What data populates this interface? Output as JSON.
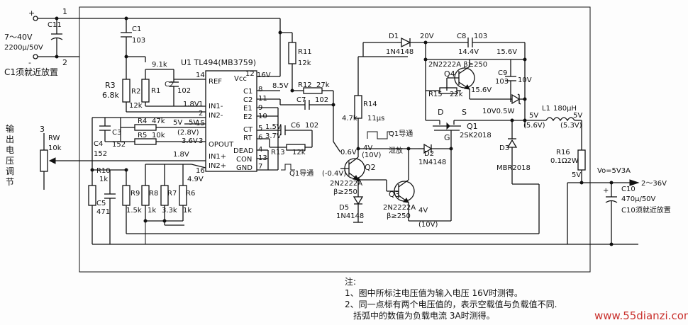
{
  "input": {
    "voltage": "7～40V",
    "cap": "C11",
    "cap_value": "2200μ/50V",
    "plus": "+",
    "minus": "-",
    "term1": "1",
    "term2": "2",
    "note": "C1须就近放置"
  },
  "c1": {
    "name": "C1",
    "value": "103"
  },
  "r3": {
    "name": "R3",
    "value": "6.8k"
  },
  "r2": {
    "name": "R2",
    "value": "12k"
  },
  "r1": {
    "name": "R1",
    "value": "9.1k"
  },
  "c2": {
    "name": "C2",
    "value": "102"
  },
  "c3": {
    "name": "C3"
  },
  "c4": {
    "name": "C4",
    "value": "152"
  },
  "r4": {
    "name": "R4",
    "value": "47k"
  },
  "r5": {
    "name": "R5",
    "value": "10k"
  },
  "r5_c4val": "152",
  "output_adj": {
    "title_chars": [
      "输",
      "出",
      "电",
      "压",
      "调",
      "节"
    ],
    "term": "3",
    "rw": "RW",
    "rw_value": "10k"
  },
  "r10": {
    "name": "R10",
    "value": "1k"
  },
  "c5": {
    "name": "C5",
    "value": "471"
  },
  "r9": {
    "name": "R9",
    "value": "1.5k"
  },
  "r8": {
    "name": "R8",
    "value": "1k"
  },
  "r7": {
    "name": "R7",
    "value": "3.3k"
  },
  "r6": {
    "name": "R6",
    "value": "1k"
  },
  "ic": {
    "title": "U1 TL494(MB3759)",
    "vcc": "Vcc",
    "ref": "REF",
    "in1m": "IN1-",
    "in2m": "IN2-",
    "opout": "OPOUT",
    "in1p": "IN1+",
    "in2p": "IN2+",
    "c1": "C1",
    "c2": "C2",
    "e1": "E1",
    "e2": "E2",
    "ct": "CT",
    "rt": "RT",
    "dead": "DEAD",
    "con": "CON",
    "gnd": "GND",
    "pins": {
      "p12": "12",
      "p14": "14",
      "p1": "1",
      "p2": "2",
      "p3": "3",
      "p15": "15",
      "p16": "16",
      "p8": "8",
      "p11": "11",
      "p9": "9",
      "p10": "10",
      "p5": "5",
      "p6": "6",
      "p4": "4",
      "p13": "13",
      "p7": "7"
    },
    "v_vcc": "16V",
    "v_ref": "5V",
    "v_in1m": "1.8V",
    "v_in2m": "5V",
    "v_opout1": "(2.8V)",
    "v_opout2": "3.6V",
    "v_in1p": "1.8V",
    "v_in2p": "4.9V",
    "v_c1": "8.5V",
    "v_ct": "1.5V",
    "v_rt": "3.7V"
  },
  "r11": {
    "name": "R11",
    "value": "12k"
  },
  "r12": {
    "name": "R12",
    "value": "27k"
  },
  "c7": {
    "name": "C7",
    "value": "102"
  },
  "c6": {
    "name": "C6",
    "value": "102"
  },
  "r13": {
    "name": "R13",
    "value": "12k"
  },
  "r14": {
    "name": "R14",
    "value": "4.7k"
  },
  "d1": {
    "name": "D1",
    "part": "1N4148",
    "v": "20V"
  },
  "c8": {
    "name": "C8",
    "value": "103",
    "v_l": "14.4V",
    "v_r": "15.6V"
  },
  "q4": {
    "name": "Q4",
    "part": "2N2222A β≥250",
    "v": "15.6V"
  },
  "c9": {
    "name": "C9",
    "value": "103",
    "value2": "10V"
  },
  "r15": {
    "name": "R15",
    "value": "22k"
  },
  "zener": {
    "label": "10V0.5W"
  },
  "q1": {
    "name": "Q1",
    "part": "2SK2018",
    "d": "D",
    "s": "S",
    "g": "G",
    "pulse": "11μs",
    "conduct": "Q1导通",
    "bleed": "泄放"
  },
  "q1_off": "Q1导通",
  "q2": {
    "name": "Q2",
    "part": "2N2222A",
    "beta": "β≥250",
    "v_b": "0.6V",
    "v_b2": "(-0.4V)",
    "v_c": "4V",
    "v_c2": "(10V)"
  },
  "q3": {
    "name": "Q3",
    "part": "2N2222A",
    "beta": "β≥250",
    "v": "4V",
    "v2": "(10V)"
  },
  "d5": {
    "name": "D5",
    "part": "1N4148"
  },
  "d2": {
    "name": "D2",
    "part": "1N4148"
  },
  "d3": {
    "name": "D3",
    "part": "MBR2018"
  },
  "l1": {
    "name": "L1",
    "value": "180μH",
    "v_l": "5V",
    "v_l2": "(5.6V)",
    "v_r": "5V",
    "v_r2": "(5.3V)"
  },
  "r16": {
    "name": "R16",
    "value": "0.1Ω2W"
  },
  "output": {
    "v_sense": "5V",
    "vo": "Vo=5V3A",
    "range": "2～36V",
    "cap": "C10",
    "cap_value": "470μ/50V",
    "note": "C10须就近放置",
    "plus": "+"
  },
  "notes": {
    "title": "注:",
    "line1": "1、图中所标注电压值为输入电压 16V时测得。",
    "line2": "2、同一点标有两个电压值的，表示空载值与负载值不同.",
    "line3": "括弧中的数值为负载电流 3A时测得。"
  },
  "watermark": "www.55dianzi.com"
}
